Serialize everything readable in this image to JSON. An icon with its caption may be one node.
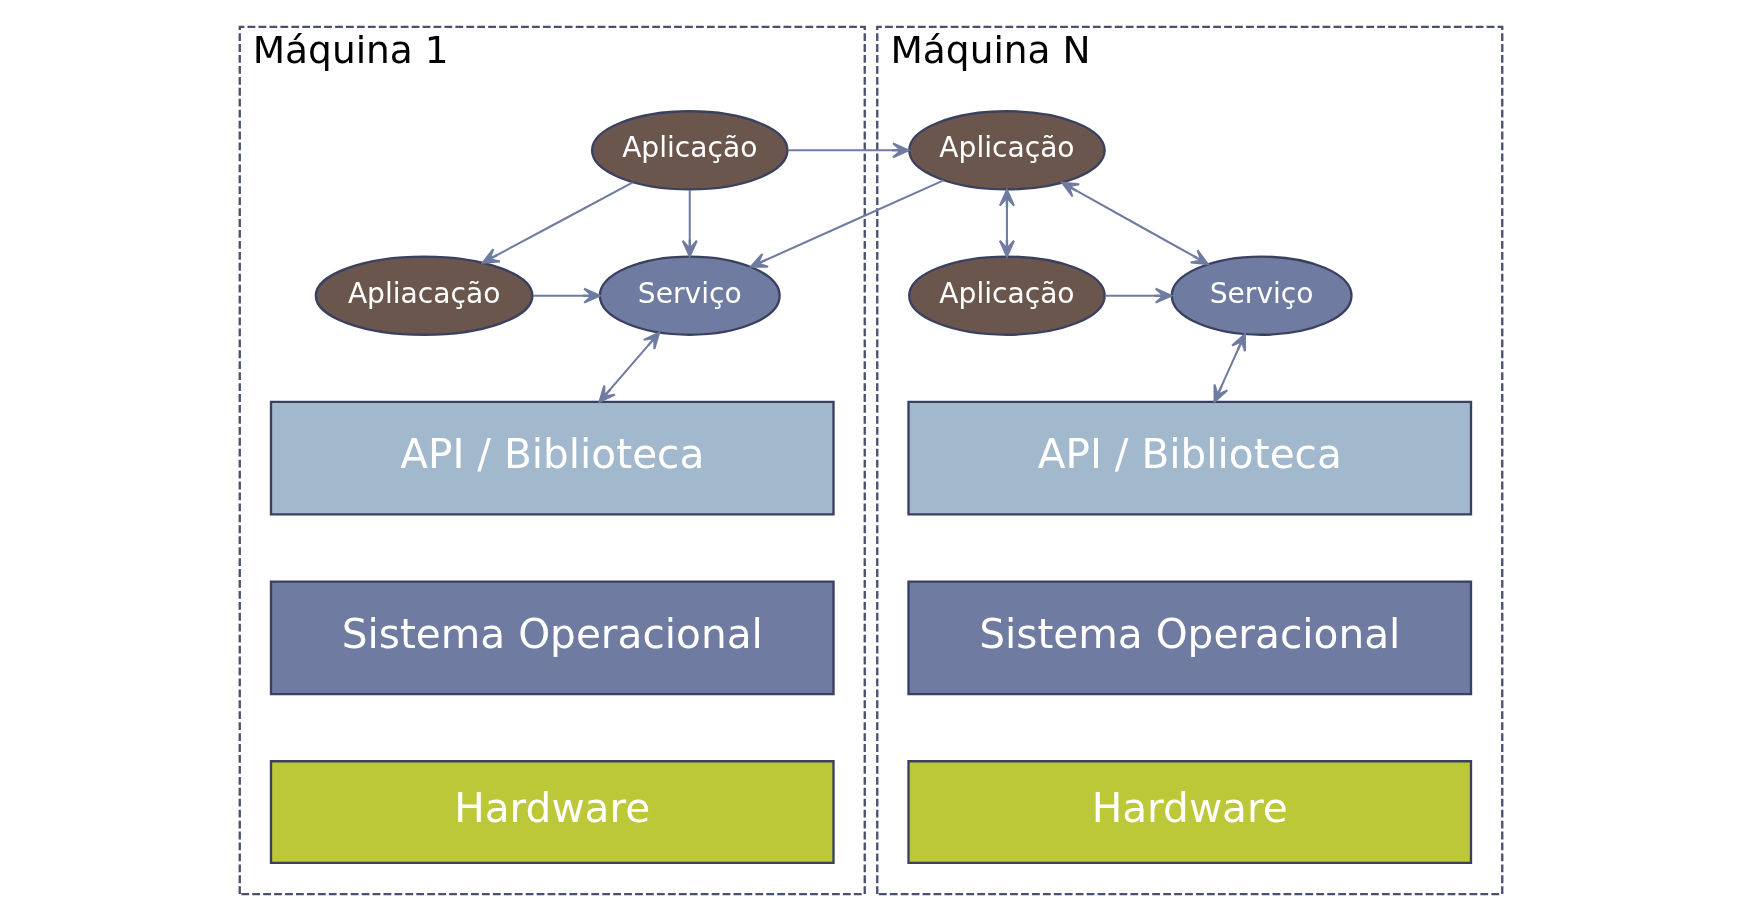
{
  "diagram": {
    "nodes": [
      {
        "text": [
          "Máquina 1"
        ]
      },
      {
        "text": [
          "Aplicação"
        ],
        "in": 0
      },
      {
        "text": [
          "Apliacação"
        ],
        "in": 0
      },
      {
        "text": [
          "Serviço"
        ],
        "in": 0
      },
      {
        "text": [
          "API / Biblioteca"
        ],
        "in": 0
      },
      {
        "text": [
          "Sistema Operacional"
        ],
        "in": 0
      },
      {
        "text": [
          "Hardware"
        ],
        "in": 0
      },
      {
        "text": [
          "Máquina N"
        ]
      },
      {
        "text": [
          "Aplicação"
        ],
        "in": 7
      },
      {
        "text": [
          "Serviço"
        ],
        "in": 7
      },
      {
        "text": [
          "Aplicação"
        ],
        "in": 7
      },
      {
        "text": [
          "API / Biblioteca"
        ],
        "in": 7
      },
      {
        "text": [
          "Sistema Operacional"
        ],
        "in": 7
      },
      {
        "text": [
          "Hardware"
        ],
        "in": 7
      }
    ],
    "edges": [
      {
        "from": 1,
        "to": 2,
        "arrow": "to"
      },
      {
        "from": 1,
        "to": 3,
        "arrow": "to"
      },
      {
        "from": 2,
        "to": 3,
        "arrow": "to"
      },
      {
        "from": 3,
        "to": 4,
        "arrow": "both"
      },
      {
        "from": 1,
        "to": 8,
        "arrow": "to"
      },
      {
        "from": 8,
        "to": 3,
        "arrow": "to"
      },
      {
        "from": 8,
        "to": 9,
        "arrow": "both"
      },
      {
        "from": 8,
        "to": 10,
        "arrow": "both"
      },
      {
        "from": 10,
        "to": 9,
        "arrow": "to"
      },
      {
        "from": 9,
        "to": 11,
        "arrow": "both"
      }
    ]
  }
}
